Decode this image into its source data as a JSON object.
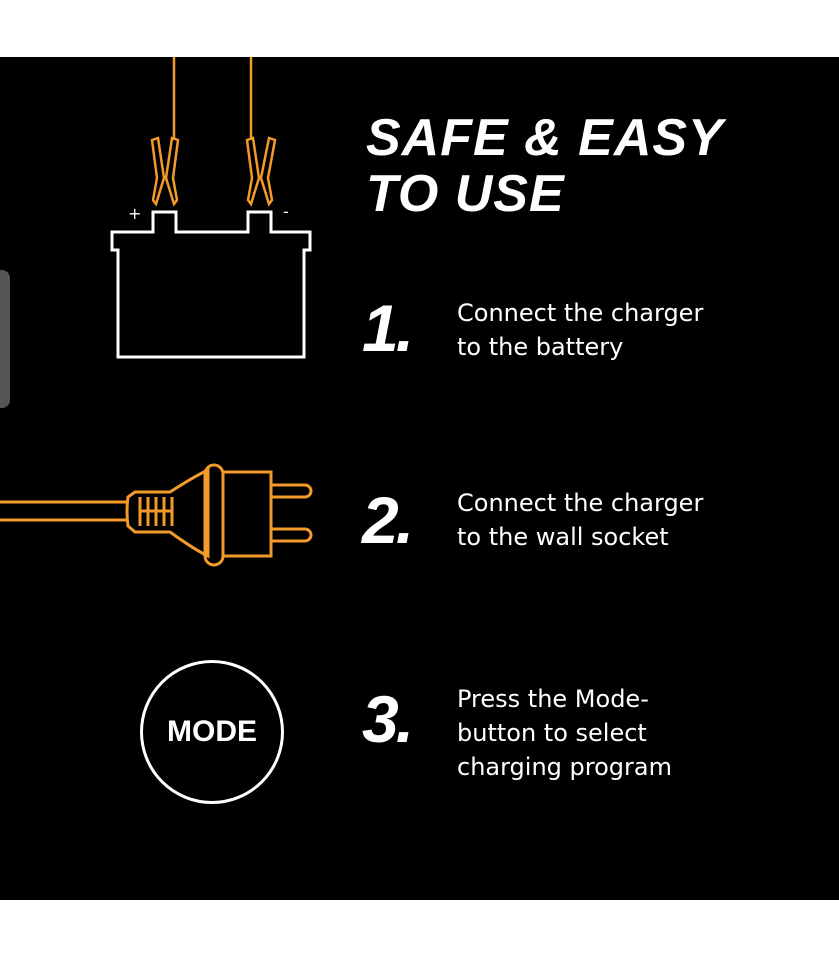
{
  "title": {
    "line1": "SAFE & EASY",
    "line2": "TO USE"
  },
  "steps": [
    {
      "number": "1.",
      "line1": "Connect the charger",
      "line2": "to the battery"
    },
    {
      "number": "2.",
      "line1": "Connect the charger",
      "line2": "to the wall socket"
    },
    {
      "number": "3.",
      "line1": "Press the Mode-",
      "line2": "button to select",
      "line3": "charging program"
    }
  ],
  "battery": {
    "plus": "+",
    "minus": "-"
  },
  "mode_button": "MODE",
  "colors": {
    "accent": "#f39a2a",
    "background": "#000000",
    "text": "#ffffff"
  }
}
